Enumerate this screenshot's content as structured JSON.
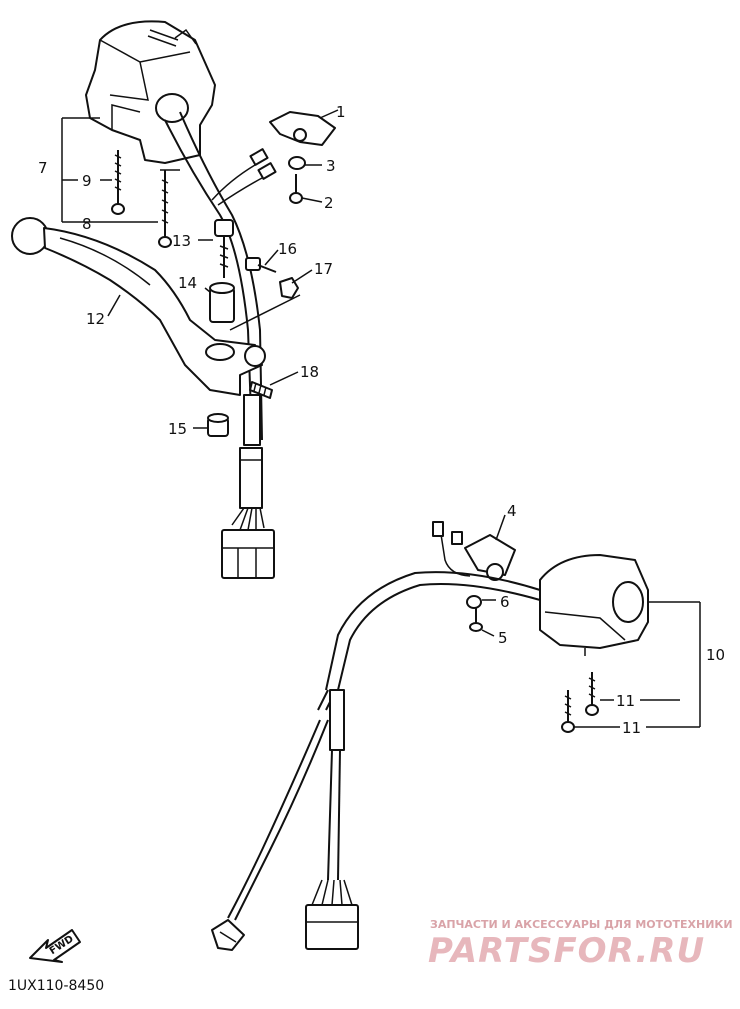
{
  "callouts": [
    {
      "id": "1",
      "label": "1"
    },
    {
      "id": "2",
      "label": "2"
    },
    {
      "id": "3",
      "label": "3"
    },
    {
      "id": "4",
      "label": "4"
    },
    {
      "id": "5",
      "label": "5"
    },
    {
      "id": "6",
      "label": "6"
    },
    {
      "id": "7",
      "label": "7"
    },
    {
      "id": "8",
      "label": "8"
    },
    {
      "id": "9",
      "label": "9"
    },
    {
      "id": "10",
      "label": "10"
    },
    {
      "id": "11a",
      "label": "11"
    },
    {
      "id": "11b",
      "label": "11"
    },
    {
      "id": "12",
      "label": "12"
    },
    {
      "id": "13",
      "label": "13"
    },
    {
      "id": "14",
      "label": "14"
    },
    {
      "id": "15",
      "label": "15"
    },
    {
      "id": "16",
      "label": "16"
    },
    {
      "id": "17",
      "label": "17"
    },
    {
      "id": "18",
      "label": "18"
    }
  ],
  "diagram_code": "1UX110-8450",
  "fwd_label": "FWD",
  "watermark": {
    "subtitle": "ЗАПЧАСТИ И АКСЕССУАРЫ ДЛЯ МОТОТЕХНИКИ",
    "logo": "PARTSFOR.RU"
  }
}
